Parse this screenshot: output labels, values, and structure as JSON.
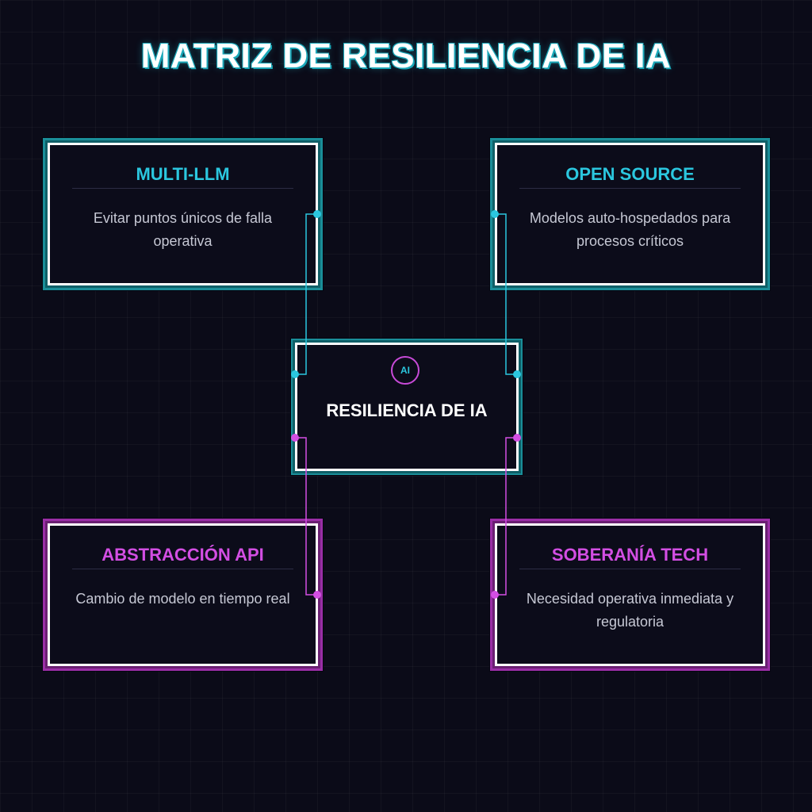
{
  "title": "MATRIZ DE RESILIENCIA DE IA",
  "center": {
    "badge": "AI",
    "label": "RESILIENCIA DE IA"
  },
  "cards": {
    "multi_llm": {
      "title": "MULTI-LLM",
      "desc": "Evitar puntos únicos de falla operativa"
    },
    "open_source": {
      "title": "OPEN SOURCE",
      "desc": "Modelos auto-hospedados para procesos críticos"
    },
    "abstraccion_api": {
      "title": "ABSTRACCIÓN API",
      "desc": "Cambio de modelo en tiempo real"
    },
    "soberania_tech": {
      "title": "SOBERANÍA TECH",
      "desc": "Necesidad operativa inmediata y regulatoria"
    }
  },
  "colors": {
    "background": "#0b0b18",
    "cyan": "#2bc7df",
    "magenta": "#d34ee3",
    "text": "#c6c8d4"
  }
}
